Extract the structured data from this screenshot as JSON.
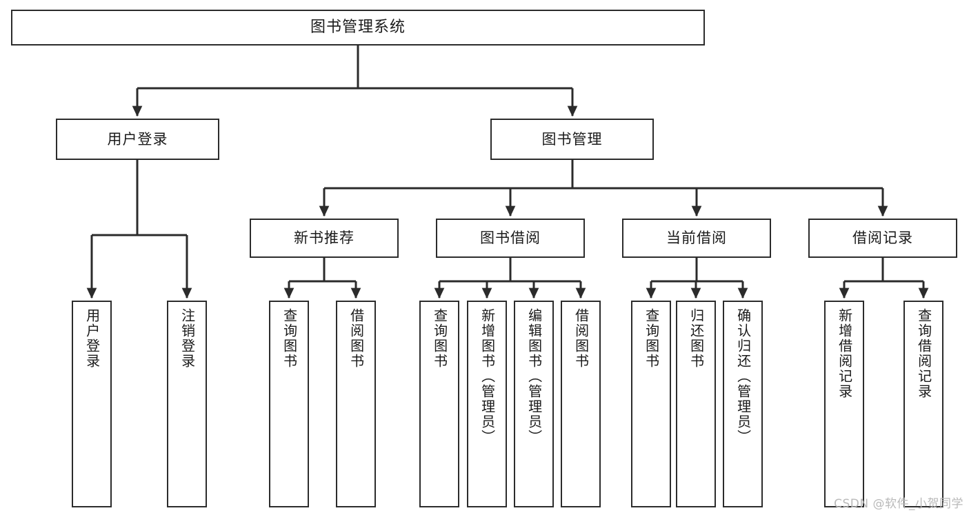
{
  "diagram": {
    "title": "图书管理系统功能结构图",
    "type": "tree",
    "background_color": "#ffffff",
    "line_color": "#2b2b2b",
    "box_fill": "#ffffff",
    "text_color": "#1a1a1a"
  },
  "root": {
    "label": "图书管理系统"
  },
  "level2": [
    {
      "label": "用户登录"
    },
    {
      "label": "图书管理"
    }
  ],
  "level3": [
    {
      "label": "新书推荐"
    },
    {
      "label": "图书借阅"
    },
    {
      "label": "当前借阅"
    },
    {
      "label": "借阅记录"
    }
  ],
  "leaves": {
    "user_login": [
      {
        "label": "用户登录"
      },
      {
        "label": "注销登录"
      }
    ],
    "new_book_recommend": [
      {
        "label": "查询图书"
      },
      {
        "label": "借阅图书"
      }
    ],
    "book_borrow": [
      {
        "label": "查询图书"
      },
      {
        "label": "新增图书（管理员）"
      },
      {
        "label": "编辑图书（管理员）"
      },
      {
        "label": "借阅图书"
      }
    ],
    "current_borrow": [
      {
        "label": "查询图书"
      },
      {
        "label": "归还图书"
      },
      {
        "label": "确认归还（管理员）"
      }
    ],
    "borrow_record": [
      {
        "label": "新增借阅记录"
      },
      {
        "label": "查询借阅记录"
      }
    ]
  },
  "watermark": {
    "text": "CSDN @软件_小贺同学"
  }
}
